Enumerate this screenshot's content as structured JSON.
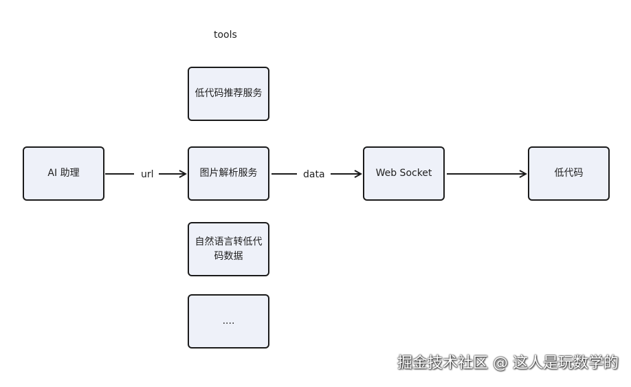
{
  "group_label": "tools",
  "nodes": {
    "ai_assistant": "AI 助理",
    "lowcode_recommend": "低代码推荐服务",
    "image_parse": "图片解析服务",
    "nl_to_lowcode": "自然语言转低代码数据",
    "more": "....",
    "websocket": "Web Socket",
    "lowcode": "低代码"
  },
  "edges": {
    "ai_to_image": "url",
    "image_to_ws": "data",
    "ws_to_lowcode": ""
  },
  "watermark": "掘金技术社区 @ 这人是玩数学的",
  "colors": {
    "node_fill": "#eef1f9",
    "node_stroke": "#1a1a1a",
    "edge": "#1a1a1a"
  }
}
